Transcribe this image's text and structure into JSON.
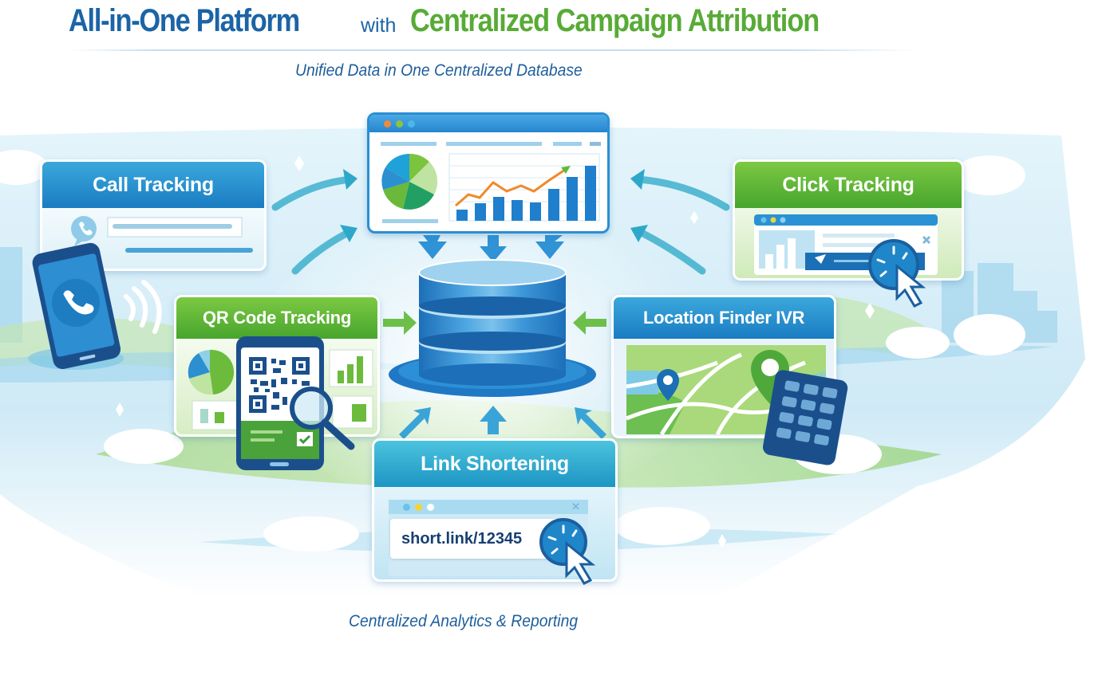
{
  "header": {
    "title_part1": "All-in-One Platform",
    "title_connector": "with",
    "title_part2": "Centralized Campaign Attribution",
    "subtitle": "Unified Data in One Centralized Database"
  },
  "footer": {
    "caption": "Centralized Analytics & Reporting"
  },
  "center": {
    "dashboard": {
      "window_dots": [
        "#f08a3a",
        "#8cc43f",
        "#4cb8ea"
      ],
      "pie_slices": [
        "#2b8fd0",
        "#1fa2d8",
        "#7cc33f",
        "#bfe3a0",
        "#22a063",
        "#6ab93a"
      ],
      "bar_heights_relative": [
        0.2,
        0.33,
        0.45,
        0.38,
        0.32,
        0.6,
        0.8,
        1.0
      ],
      "trend_line_color": "#f08a2a",
      "icon": "analytics-dashboard-icon"
    },
    "database_icon": "database-icon"
  },
  "panels": [
    {
      "id": "call-tracking",
      "title": "Call Tracking",
      "theme": "blue",
      "icons": [
        "phone-bubble-icon",
        "smartphone-icon",
        "signal-waves-icon"
      ]
    },
    {
      "id": "click-tracking",
      "title": "Click Tracking",
      "theme": "green",
      "icons": [
        "browser-window-icon",
        "click-cursor-icon",
        "close-icon"
      ]
    },
    {
      "id": "qr-code-tracking",
      "title": "QR Code Tracking",
      "theme": "green",
      "icons": [
        "qr-code-icon",
        "magnifier-icon",
        "checkmark-icon",
        "pie-chart-icon",
        "bar-chart-icon"
      ]
    },
    {
      "id": "location-finder-ivr",
      "title": "Location Finder IVR",
      "theme": "blue",
      "icons": [
        "map-icon",
        "map-pin-icon",
        "keypad-icon"
      ]
    },
    {
      "id": "link-shortening",
      "title": "Link Shortening",
      "theme": "teal",
      "short_link": "short.link/12345",
      "icons": [
        "browser-window-icon",
        "click-cursor-icon",
        "close-icon"
      ]
    }
  ],
  "colors": {
    "brand_blue": "#1b64a6",
    "brand_green": "#58ab36",
    "panel_blue": "#1a7cc2",
    "panel_green": "#47a52d",
    "panel_teal": "#1c95c4"
  }
}
